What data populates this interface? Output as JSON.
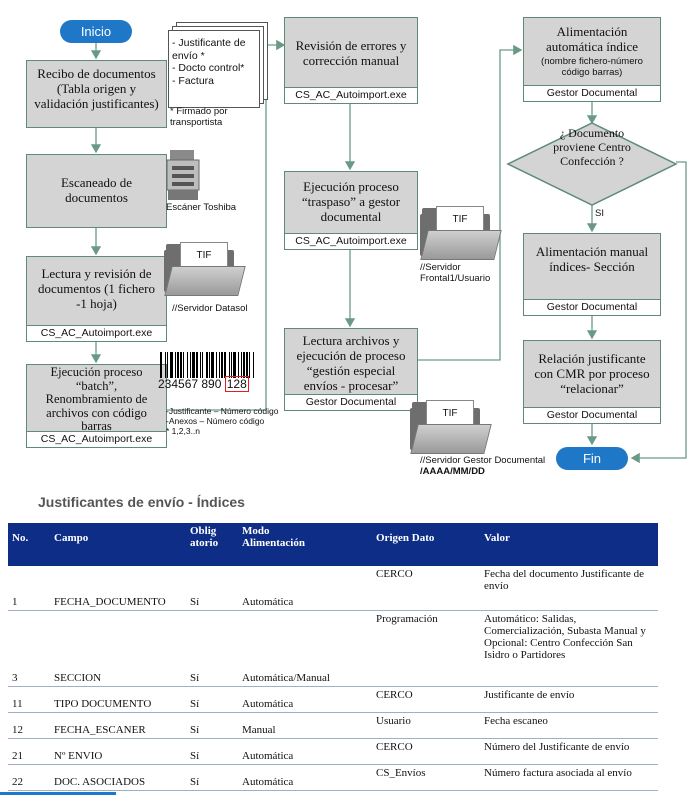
{
  "flow": {
    "start": "Inicio",
    "end": "Fin",
    "recibo": {
      "text": "Recibo de documentos (Tabla origen y validación justificantes)"
    },
    "docs_list": [
      "- Justificante de envío *",
      "- Docto control*",
      "- Factura"
    ],
    "docs_note": "* Firmado por transportista",
    "escaneado": {
      "text": "Escaneado de documentos"
    },
    "scanner_label": "Escáner Toshiba",
    "lectura": {
      "text": "Lectura y revisión de documentos (1 fichero -1 hoja)",
      "footer": "CS_AC_Autoimport.exe"
    },
    "servidor_datasol": "//Servidor Datasol",
    "batch": {
      "text": "Ejecución proceso “batch”, Renombramiento de archivos con código barras",
      "footer": "CS_AC_Autoimport.exe"
    },
    "barcode_number": "234567 890",
    "barcode_highlight": "128",
    "batch_notes": [
      "-Justificante – Número código",
      "-Anexos – Número código",
      "* 1,2,3..n"
    ],
    "revision": {
      "text": "Revisión de errores y corrección manual",
      "footer": "CS_AC_Autoimport.exe"
    },
    "traspaso": {
      "text": "Ejecución proceso “traspaso” a gestor documental",
      "footer": "CS_AC_Autoimport.exe"
    },
    "servidor_frontal": "//Servidor Frontal1/Usuario",
    "gestion": {
      "text": "Lectura archivos y ejecución de proceso “gestión especial envíos - procesar”",
      "footer": "Gestor Documental"
    },
    "servidor_gestor": "//Servidor Gestor Documental",
    "servidor_gestor_path": "/AAAA/MM/DD",
    "alim_auto": {
      "text": "Alimentación automática índice",
      "sub": "(nombre fichero-número código barras)",
      "footer": "Gestor Documental"
    },
    "decision": "¿ Documento proviene Centro Confección ?",
    "decision_yes": "SI",
    "alim_manual": {
      "text": "Alimentación manual índices- Sección",
      "footer": "Gestor Documental"
    },
    "relacion": {
      "text": "Relación justificante con CMR por proceso “relacionar”",
      "footer": "Gestor Documental"
    },
    "tif": "TIF"
  },
  "section_title": "Justificantes de envío - Índices",
  "table": {
    "headers": [
      "No.",
      "Campo",
      "Obligatorio",
      "Modo Alimentación",
      "Origen Dato",
      "Valor"
    ],
    "header_display": [
      "No.",
      "Campo",
      "Oblig\natorio",
      "Modo\nAlimentación",
      "Origen Dato",
      "Valor"
    ],
    "rows": [
      {
        "no": "1",
        "campo": "FECHA_DOCUMENTO",
        "oblig": "Sí",
        "modo": "Automática",
        "origen": "CERCO",
        "valor": "Fecha del documento Justificante de envío"
      },
      {
        "no": "3",
        "campo": "SECCION",
        "oblig": "Sí",
        "modo": "Automática/Manual",
        "origen": "Programación",
        "valor": "Automático: Salidas, Comercialización, Subasta Manual y Opcional: Centro Confección San Isidro o Partidores"
      },
      {
        "no": "11",
        "campo": "TIPO DOCUMENTO",
        "oblig": "Sí",
        "modo": "Automática",
        "origen": "CERCO",
        "valor": "Justificante de envío"
      },
      {
        "no": "12",
        "campo": "FECHA_ESCANER",
        "oblig": "Sí",
        "modo": "Manual",
        "origen": "Usuario",
        "valor": "Fecha escaneo"
      },
      {
        "no": "21",
        "campo": "Nº ENVIO",
        "oblig": "Sí",
        "modo": "Automática",
        "origen": "CERCO",
        "valor": "Número del Justificante de envío"
      },
      {
        "no": "22",
        "campo": "DOC. ASOCIADOS",
        "oblig": "Sí",
        "modo": "Automática",
        "origen": "CS_Envíos",
        "valor": "Número factura asociada al envío"
      }
    ]
  },
  "colors": {
    "box_fill": "#d4d4d4",
    "box_border": "#5f8a78",
    "pill": "#1f77c8",
    "table_header": "#0e2d86",
    "highlight": "#e02020"
  }
}
